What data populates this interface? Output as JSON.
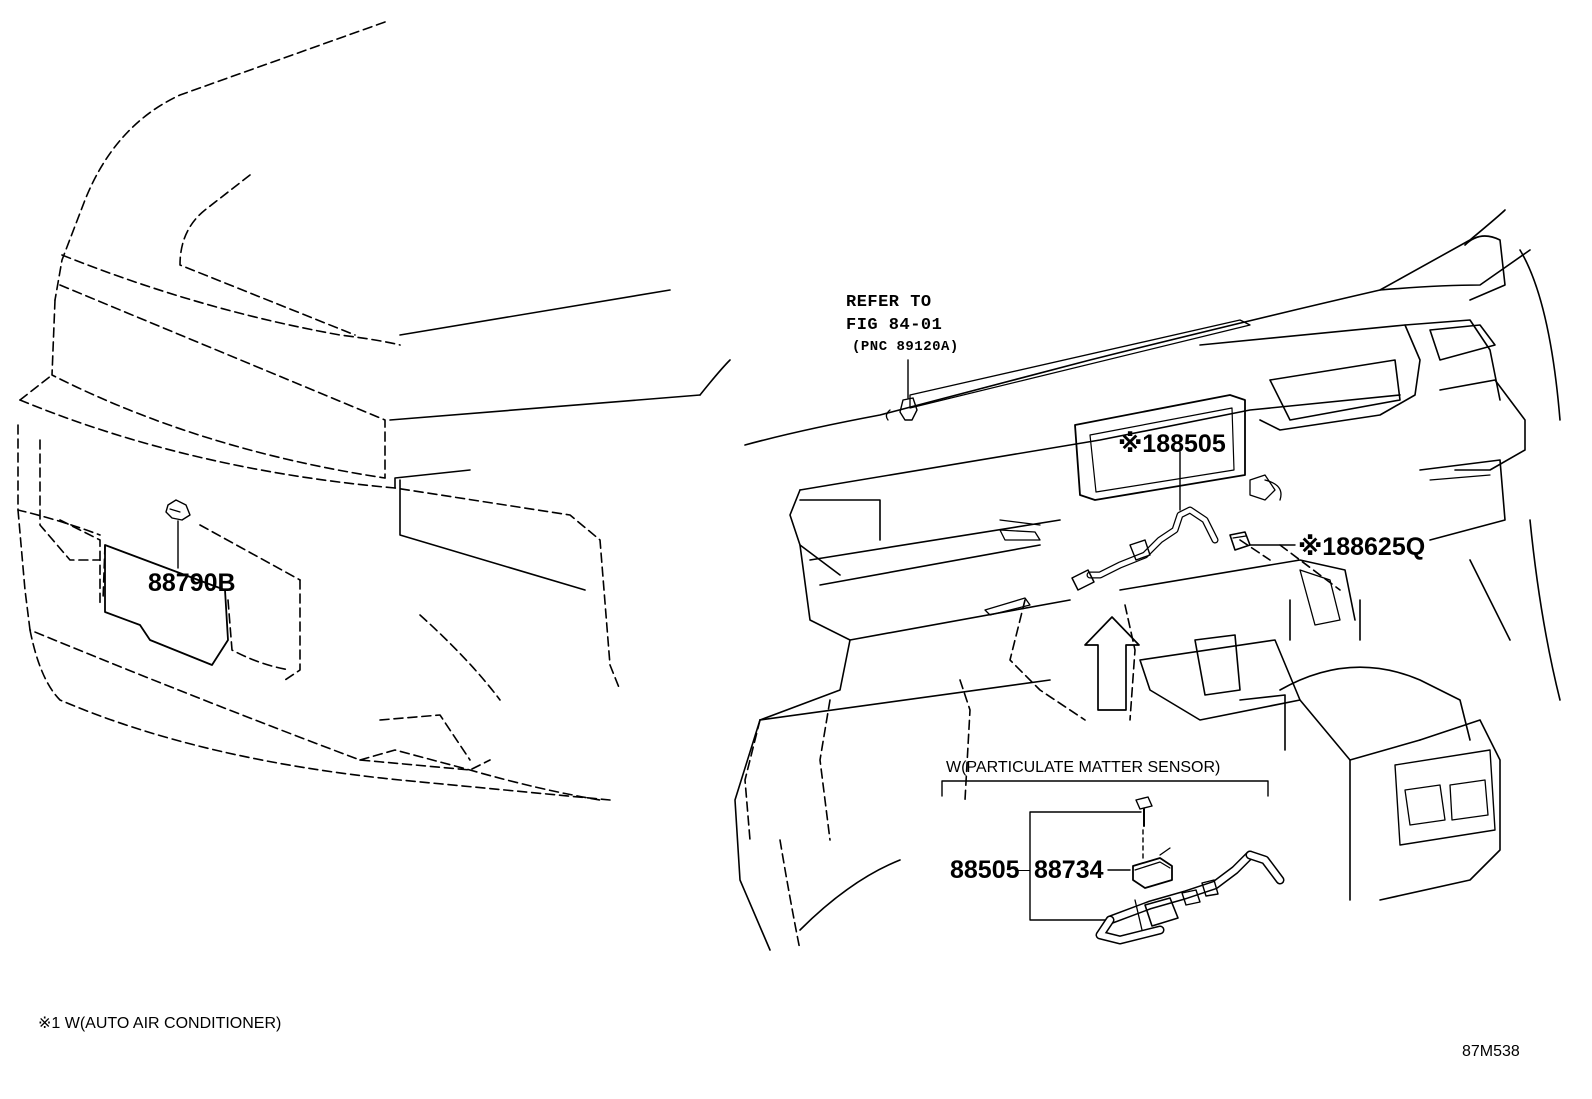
{
  "labels": {
    "refer_to": "REFER TO",
    "fig": "FIG 84-01",
    "pnc": "(PNC 89120A)",
    "part_88790b": "88790B",
    "part_88505_top": "※188505",
    "part_88625q": "※188625Q",
    "group_title": "W(PARTICULATE MATTER SENSOR)",
    "part_88505": "88505",
    "part_88734": "88734",
    "footnote": "※1 W(AUTO AIR CONDITIONER)",
    "figure_id": "87M538"
  }
}
